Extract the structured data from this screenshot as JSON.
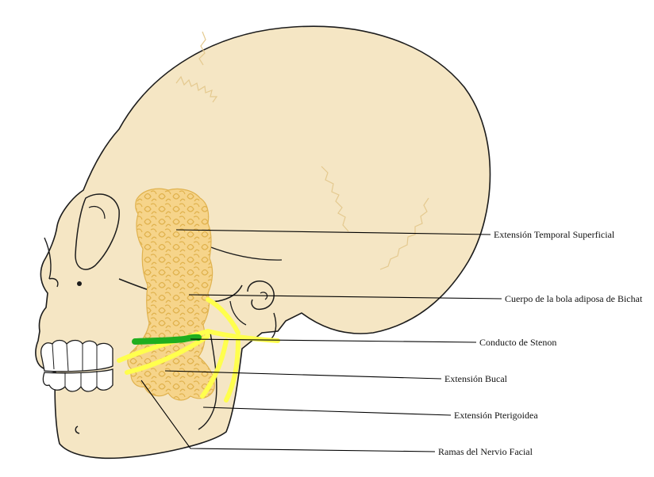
{
  "colors": {
    "bone": "#f5e6c4",
    "bone_outline": "#1c1c1c",
    "suture": "#e4c98f",
    "fat_pad": "#f6d48a",
    "fat_pad_texture": "#e0b24e",
    "nerve": "#ffff4d",
    "duct": "#1fae1f",
    "leader": "#000000",
    "background": "#ffffff"
  },
  "labels": {
    "temporal": "Extensión Temporal Superficial",
    "body": "Cuerpo de la bola adiposa de Bichat",
    "duct": "Conducto de Stenon",
    "buccal": "Extensión Bucal",
    "pterygoid": "Extensión Pterigoidea",
    "facial_nerve": "Ramas del Nervio Facial"
  }
}
